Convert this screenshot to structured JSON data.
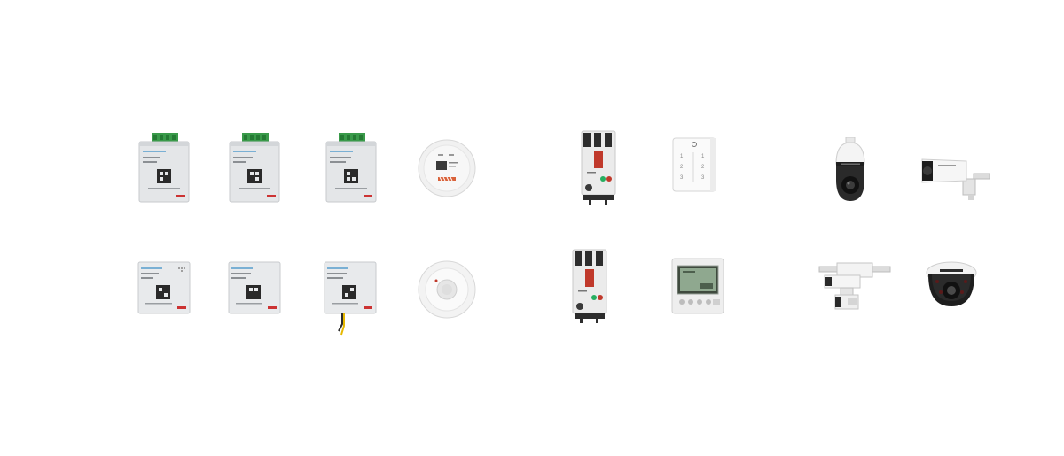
{
  "products": [
    {
      "name": "din-sensor-module-1",
      "kind": "din-module"
    },
    {
      "name": "din-sensor-module-2",
      "kind": "din-module"
    },
    {
      "name": "din-sensor-module-3",
      "kind": "din-module"
    },
    {
      "name": "smoke-detector",
      "kind": "smoke-detector"
    },
    {
      "name": "circuit-breaker-1",
      "kind": "breaker"
    },
    {
      "name": "wall-dimmer-switch",
      "kind": "wall-switch"
    },
    {
      "name": "ptz-dome-camera",
      "kind": "ptz-camera"
    },
    {
      "name": "bullet-camera",
      "kind": "bullet-camera"
    },
    {
      "name": "wall-sensor-module-1",
      "kind": "wall-module"
    },
    {
      "name": "wall-sensor-module-2",
      "kind": "wall-module"
    },
    {
      "name": "wall-sensor-module-3",
      "kind": "wall-module-cable"
    },
    {
      "name": "pir-motion-sensor",
      "kind": "ceiling-sensor"
    },
    {
      "name": "circuit-breaker-2",
      "kind": "breaker"
    },
    {
      "name": "lcd-control-panel",
      "kind": "lcd-panel"
    },
    {
      "name": "rail-mounted-camera",
      "kind": "rail-camera"
    },
    {
      "name": "mini-dome-camera",
      "kind": "dome-camera"
    }
  ]
}
